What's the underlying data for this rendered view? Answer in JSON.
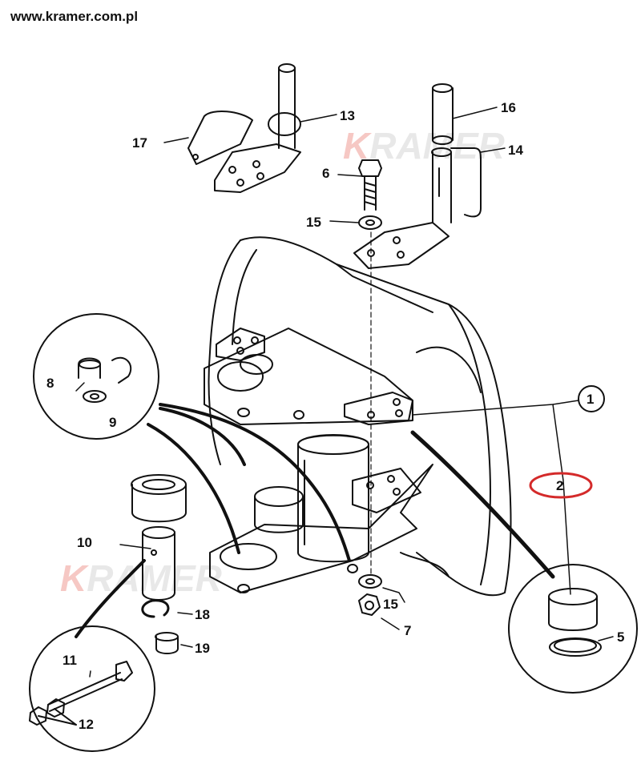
{
  "header": {
    "url": "www.kramer.com.pl"
  },
  "watermarks": [
    {
      "first": "K",
      "rest": "RAMER"
    },
    {
      "first": "K",
      "rest": "RAMER"
    }
  ],
  "callouts": [
    {
      "id": "1",
      "label": "1",
      "circled": true
    },
    {
      "id": "2",
      "label": "2",
      "highlighted": true
    },
    {
      "id": "5",
      "label": "5"
    },
    {
      "id": "6",
      "label": "6"
    },
    {
      "id": "7",
      "label": "7"
    },
    {
      "id": "8",
      "label": "8"
    },
    {
      "id": "9",
      "label": "9"
    },
    {
      "id": "10",
      "label": "10"
    },
    {
      "id": "11",
      "label": "11"
    },
    {
      "id": "12",
      "label": "12"
    },
    {
      "id": "13",
      "label": "13"
    },
    {
      "id": "14",
      "label": "14"
    },
    {
      "id": "15a",
      "label": "15"
    },
    {
      "id": "15b",
      "label": "15"
    },
    {
      "id": "16",
      "label": "16"
    },
    {
      "id": "17",
      "label": "17"
    },
    {
      "id": "18",
      "label": "18"
    },
    {
      "id": "19",
      "label": "19"
    }
  ],
  "colors": {
    "highlight": "#d42a2a",
    "line": "#111111",
    "watermark_k": "#f6c8c4"
  }
}
